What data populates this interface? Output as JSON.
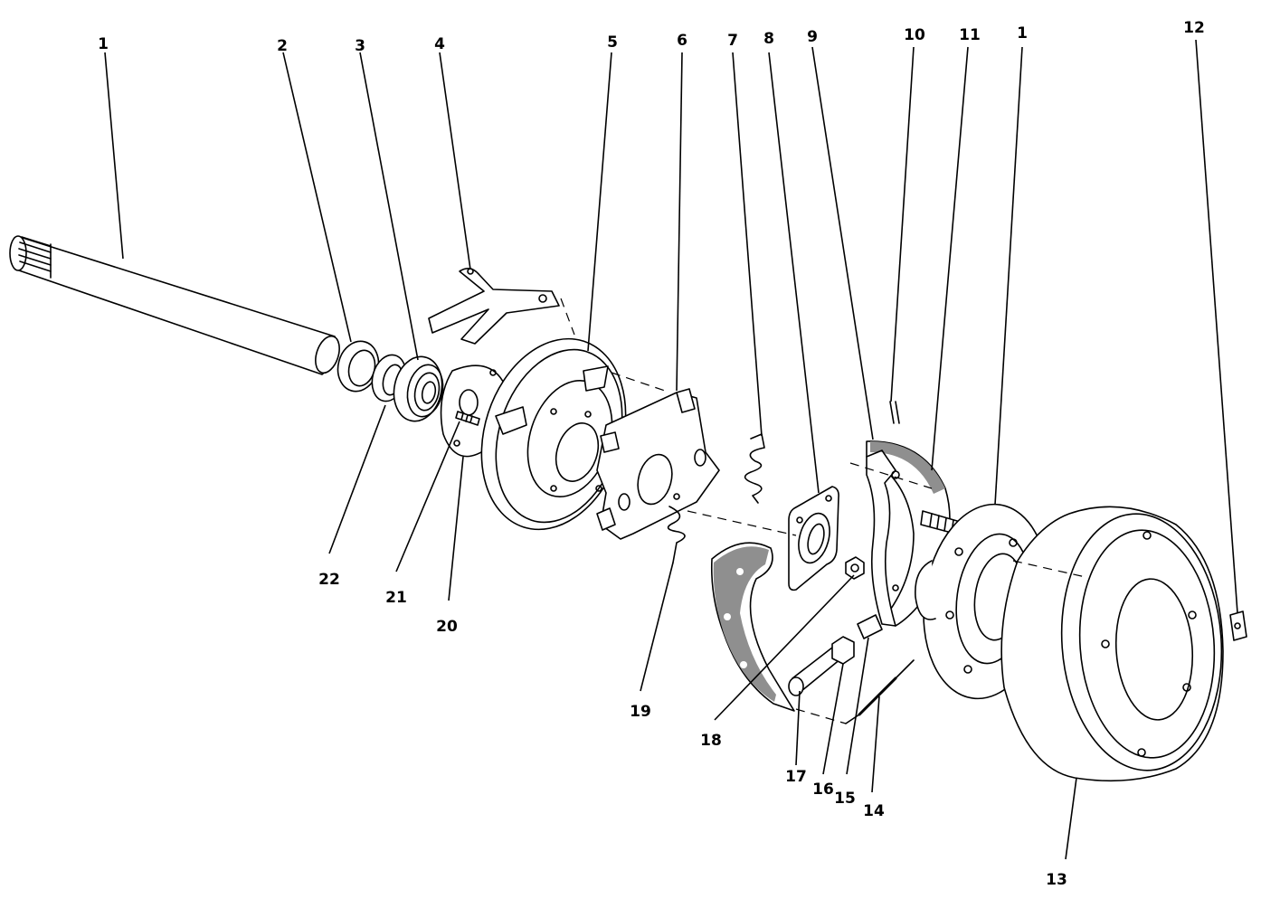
{
  "callouts": {
    "c1a": "1",
    "c2": "2",
    "c3": "3",
    "c4": "4",
    "c5": "5",
    "c6": "6",
    "c7": "7",
    "c8": "8",
    "c9": "9",
    "c10": "10",
    "c11": "11",
    "c1b": "1",
    "c12": "12",
    "c13": "13",
    "c14": "14",
    "c15": "15",
    "c16": "16",
    "c17": "17",
    "c18": "18",
    "c19": "19",
    "c20": "20",
    "c21": "21",
    "c22": "22"
  }
}
